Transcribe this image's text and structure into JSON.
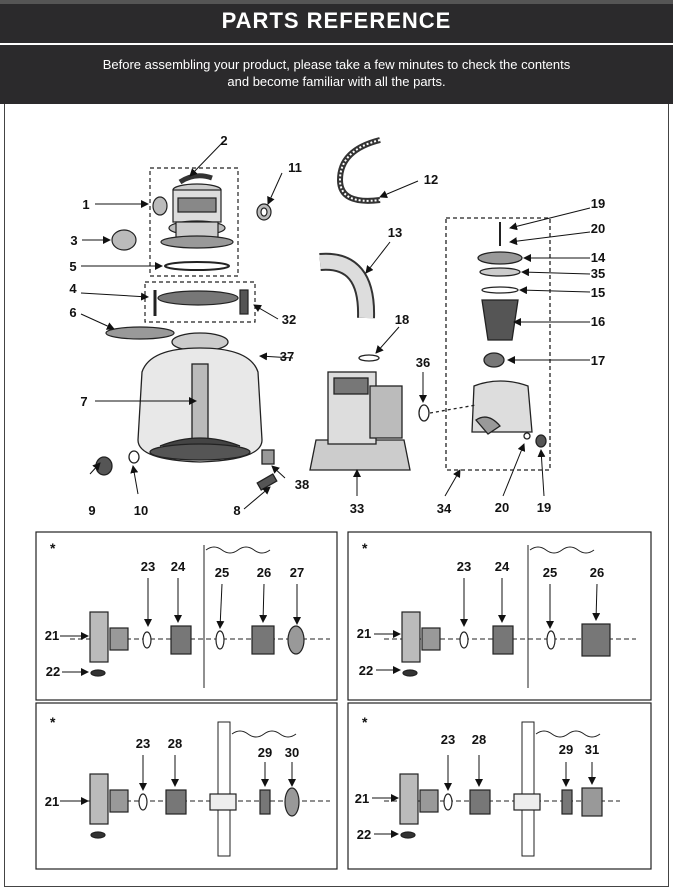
{
  "header": {
    "title": "PARTS REFERENCE",
    "intro_line1": "Before assembling your product, please take a few minutes to check the contents",
    "intro_line2": "and become familiar with all the parts."
  },
  "main_callouts": [
    "1",
    "2",
    "3",
    "4",
    "5",
    "6",
    "7",
    "8",
    "9",
    "10",
    "11",
    "12",
    "13",
    "14",
    "35",
    "15",
    "16",
    "17",
    "18",
    "19",
    "20",
    "32",
    "33",
    "34",
    "36",
    "37",
    "38",
    "20",
    "19"
  ],
  "panels": [
    {
      "marker": "*",
      "labels": [
        "21",
        "22",
        "23",
        "24",
        "25",
        "26",
        "27"
      ]
    },
    {
      "marker": "*",
      "labels": [
        "21",
        "22",
        "23",
        "24",
        "25",
        "26"
      ]
    },
    {
      "marker": "*",
      "labels": [
        "21",
        "23",
        "28",
        "29",
        "30"
      ]
    },
    {
      "marker": "*",
      "labels": [
        "21",
        "22",
        "23",
        "28",
        "29",
        "31"
      ]
    }
  ]
}
